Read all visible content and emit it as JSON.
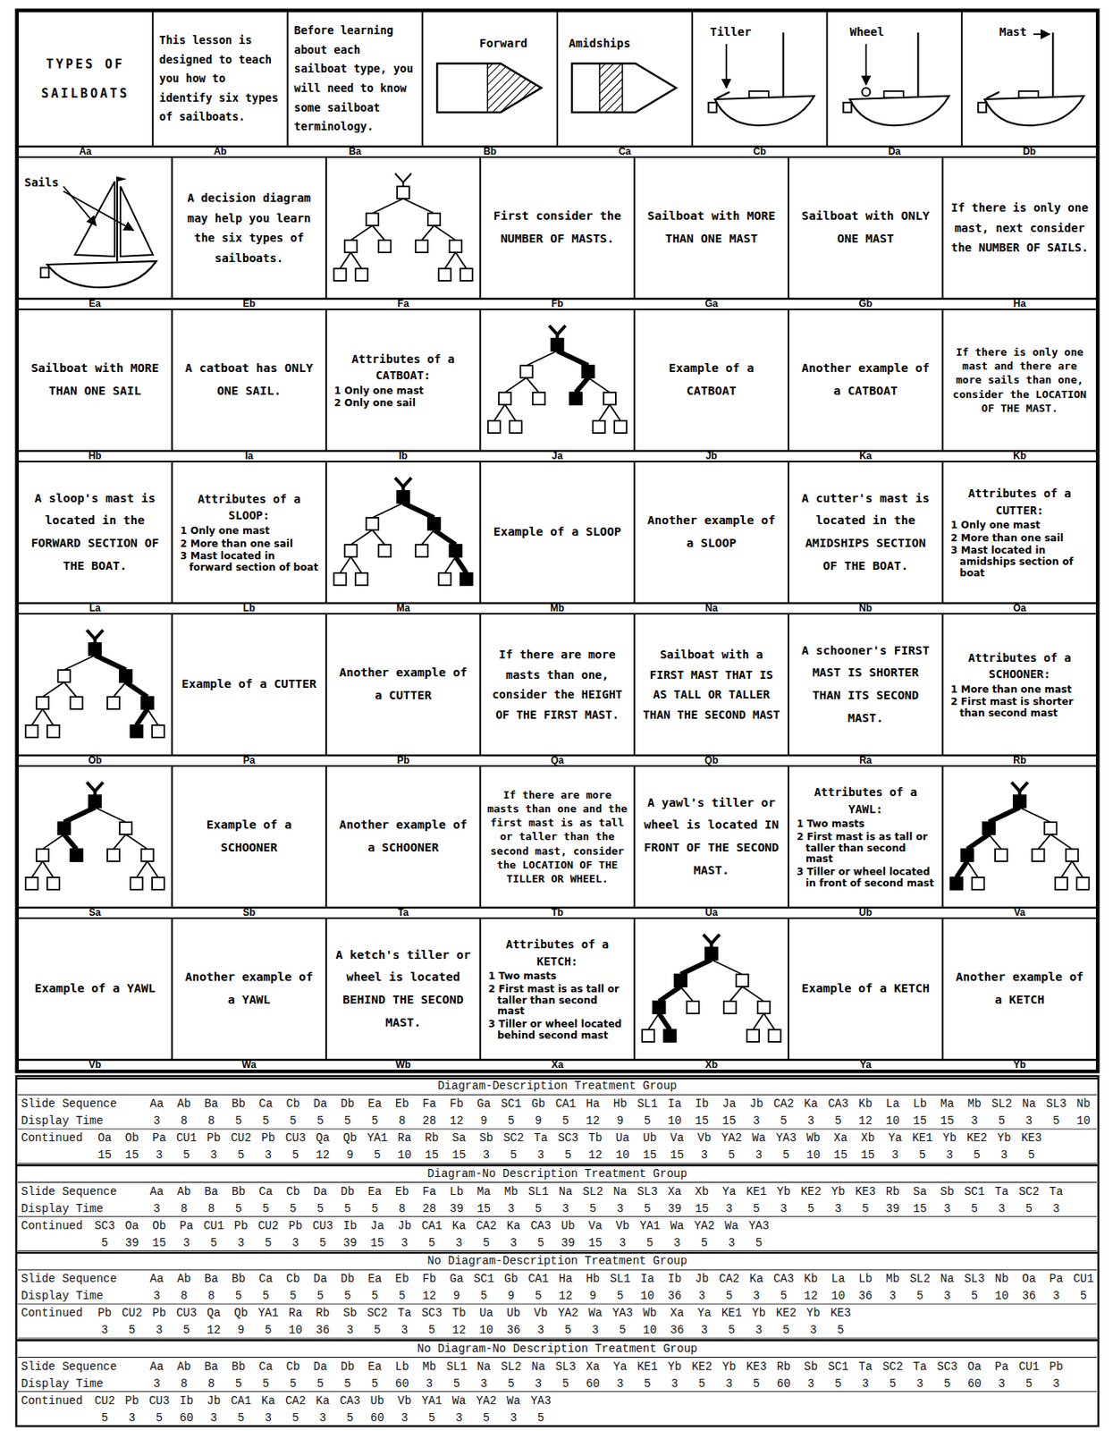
{
  "diagram": {
    "nodes": [
      {
        "text": [
          "TYPES OF SAILBOATS"
        ]
      },
      {
        "text": [
          "This lesson is designed to teach you how to identify six types of sailboats."
        ]
      },
      {
        "text": [
          "Before learning about each sailboat type, you will need to know some sailboat terminology."
        ]
      },
      {
        "text": [
          "Forward"
        ]
      },
      {
        "text": [
          "Amidships"
        ]
      },
      {
        "text": [
          "Tiller"
        ]
      },
      {
        "text": [
          "Wheel"
        ]
      },
      {
        "text": [
          "Mast"
        ]
      },
      {
        "text": [
          "Sails"
        ]
      },
      {
        "text": [
          "A decision diagram may help you learn the six types of sailboats."
        ]
      },
      {
        "text": [
          "First consider the NUMBER OF MASTS."
        ]
      },
      {
        "text": [
          "Sailboat with MORE THAN ONE MAST"
        ]
      },
      {
        "text": [
          "Sailboat with ONLY ONE MAST"
        ]
      },
      {
        "text": [
          "If there is only one mast, next consider the NUMBER OF SAILS."
        ]
      },
      {
        "text": [
          "Sailboat with MORE THAN ONE SAIL"
        ]
      },
      {
        "text": [
          "A catboat has ONLY ONE SAIL."
        ]
      },
      {
        "text": [
          "Attributes of a CATBOAT:",
          "1 Only one mast",
          "2 Only one sail"
        ]
      },
      {
        "text": [
          "Example of a CATBOAT"
        ]
      },
      {
        "text": [
          "Another example of a CATBOAT"
        ]
      },
      {
        "text": [
          "If there is only one mast and there are more sails than one, consider the LOCATION OF THE MAST."
        ]
      },
      {
        "text": [
          "A sloop's mast is located in the FORWARD SECTION OF THE BOAT."
        ]
      },
      {
        "text": [
          "Attributes of a SLOOP:",
          "1 Only one mast",
          "2 More than one sail",
          "3 Mast located in forward section of boat"
        ]
      },
      {
        "text": [
          "Example of a SLOOP"
        ]
      },
      {
        "text": [
          "Another example of a SLOOP"
        ]
      },
      {
        "text": [
          "A cutter's mast is located in the AMIDSHIPS SECTION OF THE BOAT."
        ]
      },
      {
        "text": [
          "Attributes of a CUTTER:",
          "1 Only one mast",
          "2 More than one sail",
          "3 Mast located in amidships section of boat"
        ]
      },
      {
        "text": [
          "Example of a CUTTER"
        ]
      },
      {
        "text": [
          "Another example of a CUTTER"
        ]
      },
      {
        "text": [
          "If there are more masts than one, consider the HEIGHT OF THE FIRST MAST."
        ]
      },
      {
        "text": [
          "Sailboat with a FIRST MAST THAT IS AS TALL OR TALLER THAN THE SECOND MAST"
        ]
      },
      {
        "text": [
          "A schooner's FIRST MAST IS SHORTER THAN ITS SECOND MAST."
        ]
      },
      {
        "text": [
          "Attributes of a SCHOONER:",
          "1 More than one mast",
          "2 First mast is shorter than second mast"
        ]
      },
      {
        "text": [
          "Example of a SCHOONER"
        ]
      },
      {
        "text": [
          "Another example of a SCHOONER"
        ]
      },
      {
        "text": [
          "If there are more masts than one and the first mast is as tall or taller than the second mast, consider the LOCATION OF THE TILLER OR WHEEL."
        ]
      },
      {
        "text": [
          "A yawl's tiller or wheel is located IN FRONT OF THE SECOND MAST."
        ]
      },
      {
        "text": [
          "Attributes of a YAWL:",
          "1 Two masts",
          "2 First mast is as tall or taller than second mast",
          "3 Tiller or wheel located in front of second mast"
        ]
      },
      {
        "text": [
          "Example of a YAWL"
        ]
      },
      {
        "text": [
          "Another example of a YAWL"
        ]
      },
      {
        "text": [
          "A ketch's tiller or wheel is located BEHIND THE SECOND MAST."
        ]
      },
      {
        "text": [
          "Attributes of a KETCH:",
          "1 Two masts",
          "2 First mast is as tall or taller than second mast",
          "3 Tiller or wheel located behind second mast"
        ]
      },
      {
        "text": [
          "Example of a KETCH"
        ]
      },
      {
        "text": [
          "Another example of a KETCH"
        ]
      }
    ],
    "labels": [
      "Aa",
      "Ab",
      "Ba",
      "Bb",
      "Ca",
      "Cb",
      "Da",
      "Db",
      "Ea",
      "Eb",
      "Fa",
      "Fb",
      "Ga",
      "Gb",
      "Ha",
      "Hb",
      "Ia",
      "Ib",
      "Ja",
      "Jb",
      "Ka",
      "Kb",
      "La",
      "Lb",
      "Ma",
      "Mb",
      "Na",
      "Nb",
      "Oa",
      "Ob",
      "Pa",
      "Pb",
      "Qa",
      "Qb",
      "Ra",
      "Rb",
      "Sa",
      "Sb",
      "Ta",
      "Tb",
      "Ua",
      "Ub",
      "Va",
      "Vb",
      "Wa",
      "Wb",
      "Xa",
      "Xb",
      "Ya",
      "Yb",
      "Diagram-Description Treatment Group",
      "Slide Sequence",
      "Aa",
      "Ab",
      "Ba",
      "Bb",
      "Ca",
      "Cb",
      "Da",
      "Db",
      "Ea",
      "Eb",
      "Fa",
      "Fb",
      "Ga",
      "SC1",
      "Gb",
      "CA1",
      "Ha",
      "Hb",
      "SL1",
      "Ia",
      "Ib",
      "Ja",
      "Jb",
      "CA2",
      "Ka",
      "CA3",
      "Kb",
      "La",
      "Lb",
      "Ma",
      "Mb",
      "SL2",
      "Na",
      "SL3",
      "Nb",
      "Display Time",
      "3",
      "8",
      "8",
      "5",
      "5",
      "5",
      "5",
      "5",
      "5",
      "8",
      "28",
      "12",
      "9",
      "5",
      "9",
      "5",
      "12",
      "9",
      "5",
      "10",
      "15",
      "15",
      "3",
      "5",
      "3",
      "5",
      "12",
      "10",
      "15",
      "15",
      "3",
      "5",
      "3",
      "5",
      "10",
      "Continued",
      "Oa",
      "Ob",
      "Pa",
      "CU1",
      "Pb",
      "CU2",
      "Pb",
      "CU3",
      "Qa",
      "Qb",
      "YA1",
      "Ra",
      "Rb",
      "Sa",
      "Sb",
      "SC2",
      "Ta",
      "SC3",
      "Tb",
      "Ua",
      "Ub",
      "Va",
      "Vb",
      "YA2",
      "Wa",
      "YA3",
      "Wb",
      "Xa",
      "Xb",
      "Ya",
      "KE1",
      "Yb",
      "KE2",
      "Yb",
      "KE3",
      "15",
      "15",
      "3",
      "5",
      "3",
      "5",
      "3",
      "5",
      "12",
      "9",
      "5",
      "10",
      "15",
      "15",
      "3",
      "5",
      "3",
      "5",
      "12",
      "10",
      "15",
      "15",
      "3",
      "5",
      "3",
      "5",
      "10",
      "15",
      "15",
      "3",
      "5",
      "3",
      "5",
      "3",
      "5",
      "Diagram-No Description Treatment Group",
      "Slide Sequence",
      "Aa",
      "Ab",
      "Ba",
      "Bb",
      "Ca",
      "Cb",
      "Da",
      "Db",
      "Ea",
      "Eb",
      "Fa",
      "Lb",
      "Ma",
      "Mb",
      "SL1",
      "Na",
      "SL2",
      "Na",
      "SL3",
      "Xa",
      "Xb",
      "Ya",
      "KE1",
      "Yb",
      "KE2",
      "Yb",
      "KE3",
      "Rb",
      "Sa",
      "Sb",
      "SC1",
      "Ta",
      "SC2",
      "Ta",
      "Display Time",
      "3",
      "8",
      "8",
      "5",
      "5",
      "5",
      "5",
      "5",
      "5",
      "8",
      "28",
      "39",
      "15",
      "3",
      "5",
      "3",
      "5",
      "3",
      "5",
      "39",
      "15",
      "3",
      "5",
      "3",
      "5",
      "3",
      "5",
      "39",
      "15",
      "3",
      "5",
      "3",
      "5",
      "3",
      "Continued",
      "SC3",
      "Oa",
      "Ob",
      "Pa",
      "CU1",
      "Pb",
      "CU2",
      "Pb",
      "CU3",
      "Ib",
      "Ja",
      "Jb",
      "CA1",
      "Ka",
      "CA2",
      "Ka",
      "CA3",
      "Ub",
      "Va",
      "Vb",
      "YA1",
      "Wa",
      "YA2",
      "Wa",
      "YA3",
      "5",
      "39",
      "15",
      "3",
      "5",
      "3",
      "5",
      "3",
      "5",
      "39",
      "15",
      "3",
      "5",
      "3",
      "5",
      "3",
      "5",
      "39",
      "15",
      "3",
      "5",
      "3",
      "5",
      "3",
      "5",
      "No Diagram-Description Treatment Group",
      "Slide Sequence",
      "Aa",
      "Ab",
      "Ba",
      "Bb",
      "Ca",
      "Cb",
      "Da",
      "Db",
      "Ea",
      "Eb",
      "Fb",
      "Ga",
      "SC1",
      "Gb",
      "CA1",
      "Ha",
      "Hb",
      "SL1",
      "Ia",
      "Ib",
      "Jb",
      "CA2",
      "Ka",
      "CA3",
      "Kb",
      "La",
      "Lb",
      "Mb",
      "SL2",
      "Na",
      "SL3",
      "Nb",
      "Oa",
      "Pa",
      "CU1",
      "Display Time",
      "3",
      "8",
      "8",
      "5",
      "5",
      "5",
      "5",
      "5",
      "5",
      "5",
      "12",
      "9",
      "5",
      "9",
      "5",
      "12",
      "9",
      "5",
      "10",
      "36",
      "3",
      "5",
      "3",
      "5",
      "12",
      "10",
      "36",
      "3",
      "5",
      "3",
      "5",
      "10",
      "36",
      "3",
      "5",
      "Continued",
      "Pb",
      "CU2",
      "Pb",
      "CU3",
      "Qa",
      "Qb",
      "YA1",
      "Ra",
      "Rb",
      "Sb",
      "SC2",
      "Ta",
      "SC3",
      "Tb",
      "Ua",
      "Ub",
      "Vb",
      "YA2",
      "Wa",
      "YA3",
      "Wb",
      "Xa",
      "Ya",
      "KE1",
      "Yb",
      "KE2",
      "Yb",
      "KE3",
      "3",
      "5",
      "3",
      "5",
      "12",
      "9",
      "5",
      "10",
      "36",
      "3",
      "5",
      "3",
      "5",
      "12",
      "10",
      "36",
      "3",
      "5",
      "3",
      "5",
      "10",
      "36",
      "3",
      "5",
      "3",
      "5",
      "3",
      "5",
      "No Diagram-No Description Treatment Group",
      "Slide Sequence",
      "Aa",
      "Ab",
      "Ba",
      "Bb",
      "Ca",
      "Cb",
      "Da",
      "Db",
      "Ea",
      "Lb",
      "Mb",
      "SL1",
      "Na",
      "SL2",
      "Na",
      "SL3",
      "Xa",
      "Ya",
      "KE1",
      "Yb",
      "KE2",
      "Yb",
      "KE3",
      "Rb",
      "Sb",
      "SC1",
      "Ta",
      "SC2",
      "Ta",
      "SC3",
      "Oa",
      "Pa",
      "CU1",
      "Pb",
      "Display Time",
      "3",
      "8",
      "8",
      "5",
      "5",
      "5",
      "5",
      "5",
      "5",
      "60",
      "3",
      "5",
      "3",
      "5",
      "3",
      "5",
      "60",
      "3",
      "5",
      "3",
      "5",
      "3",
      "5",
      "60",
      "3",
      "5",
      "3",
      "5",
      "3",
      "5",
      "60",
      "3",
      "5",
      "3",
      "Continued",
      "CU2",
      "Pb",
      "CU3",
      "Ib",
      "Jb",
      "CA1",
      "Ka",
      "CA2",
      "Ka",
      "CA3",
      "Ub",
      "Vb",
      "YA1",
      "Wa",
      "YA2",
      "Wa",
      "YA3",
      "5",
      "3",
      "5",
      "60",
      "3",
      "5",
      "3",
      "5",
      "3",
      "5",
      "60",
      "3",
      "5",
      "3",
      "5",
      "3",
      "5"
    ]
  }
}
